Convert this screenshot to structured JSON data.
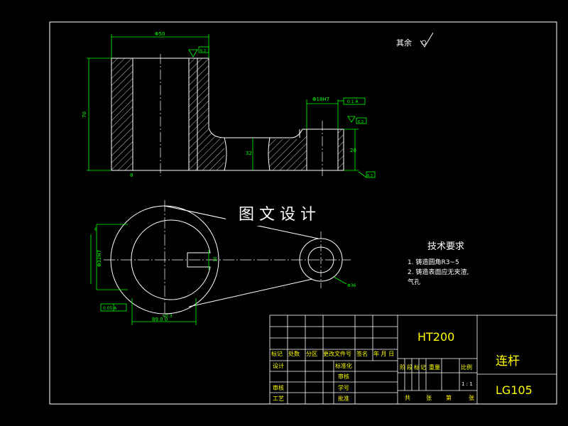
{
  "colors": {
    "background": "#000000",
    "outline": "#ffffff",
    "dimension": "#00ff00",
    "annotation": "#00ffff",
    "title_block_text": "#ffff00",
    "material_text": "#ffff00",
    "name_text": "#ffff00"
  },
  "top_view": {
    "dim_top_width": "Φ50",
    "dim_total_height": "70",
    "dim_slot_height": "32",
    "dim_boss_height": "20",
    "dim_boss_hole": "Φ18H7",
    "dim_bottom_label": "8",
    "rough_top": "6.3",
    "rough_boss": "6.3",
    "rough_side": "6.3",
    "geo_tolerance": "0.1 A"
  },
  "bottom_view": {
    "dim_left_small": "6",
    "dim_vertical": "Φ32H7",
    "dim_key_width": "10",
    "dim_center": "+0.3",
    "dim_center_distance": "89.0 0",
    "dim_small_end": "Φ36",
    "geo_tolerance": "0.05 A"
  },
  "watermark": "图 文 设 计",
  "roughness_note": "其余",
  "tech_req": {
    "title": "技术要求",
    "line1": "1. 铸造圆角R3~5",
    "line2": "2. 铸造表面应无夹渣,",
    "line3": "气孔"
  },
  "title_block": {
    "material": "HT200",
    "part_name": "连杆",
    "drawing_no": "LG105",
    "revision_header": [
      "标记",
      "处数",
      "分区",
      "更改文件号",
      "签名",
      "年 月 日"
    ],
    "design": "设计",
    "standardize": "标准化",
    "review_row": "审核",
    "process_row": "工艺",
    "approve": "批准",
    "audit": "审核",
    "student_no": "学号",
    "stage_labels": [
      "阶",
      "段",
      "标",
      "记"
    ],
    "weight": "重量",
    "scale": "比例",
    "scale_value": "1 : 1",
    "sheets": [
      "共",
      "张",
      "第",
      "张"
    ]
  }
}
